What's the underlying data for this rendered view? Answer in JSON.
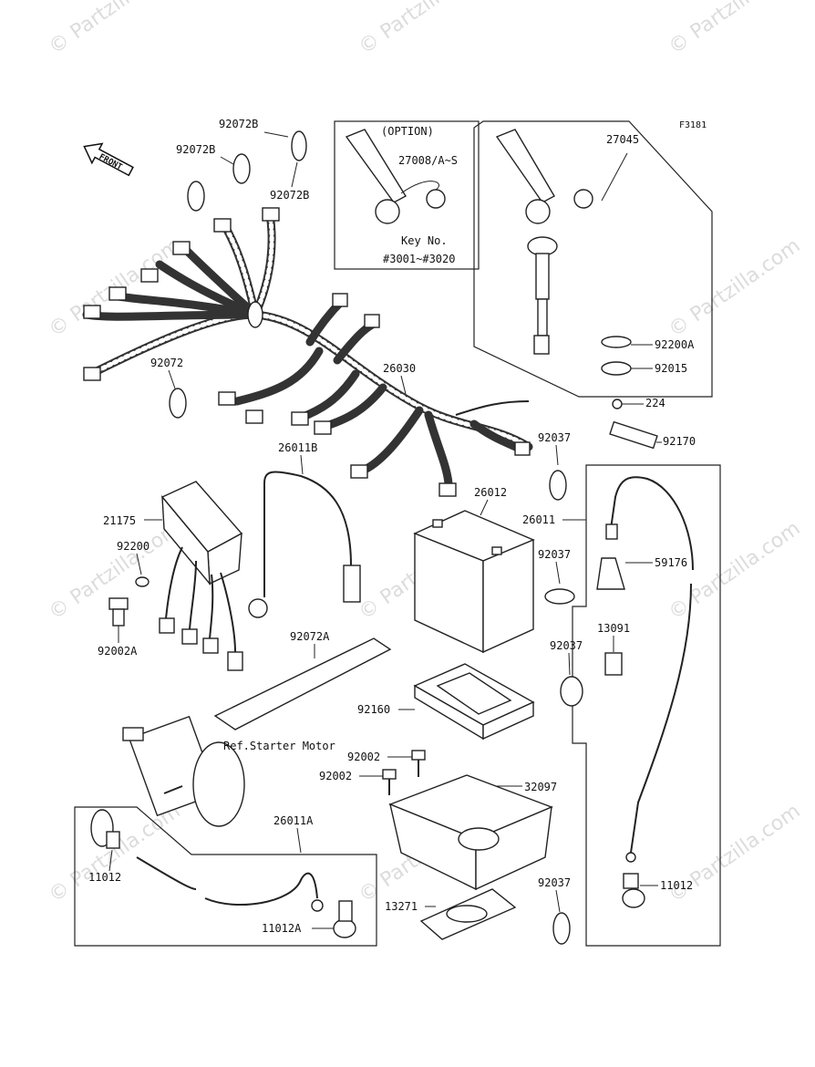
{
  "figure_code": "F3181",
  "front_label": "FRONT",
  "option_label": "(OPTION)",
  "key_no_label": "Key No.",
  "key_no_range": "#3001~#3020",
  "ref_label": "Ref.Starter Motor",
  "watermark": "© Partzilla.com",
  "parts": {
    "p92072B_a": "92072B",
    "p92072B_b": "92072B",
    "p92072B_c": "92072B",
    "p27008": "27008/A~S",
    "p27045": "27045",
    "p92072": "92072",
    "p26030": "26030",
    "p92200A": "92200A",
    "p92015": "92015",
    "p224": "224",
    "p92170": "92170",
    "p26011B": "26011B",
    "p92037_a": "92037",
    "p21175": "21175",
    "p26012": "26012",
    "p26011": "26011",
    "p92200": "92200",
    "p59176": "59176",
    "p92037_b": "92037",
    "p92002A": "92002A",
    "p13091": "13091",
    "p92072A": "92072A",
    "p92037_c": "92037",
    "p92160": "92160",
    "p92002_a": "92002",
    "p92002_b": "92002",
    "p32097": "32097",
    "p26011A": "26011A",
    "p11012_a": "11012",
    "p11012_b": "11012",
    "p92037_d": "92037",
    "p13271": "13271",
    "p11012A": "11012A"
  }
}
